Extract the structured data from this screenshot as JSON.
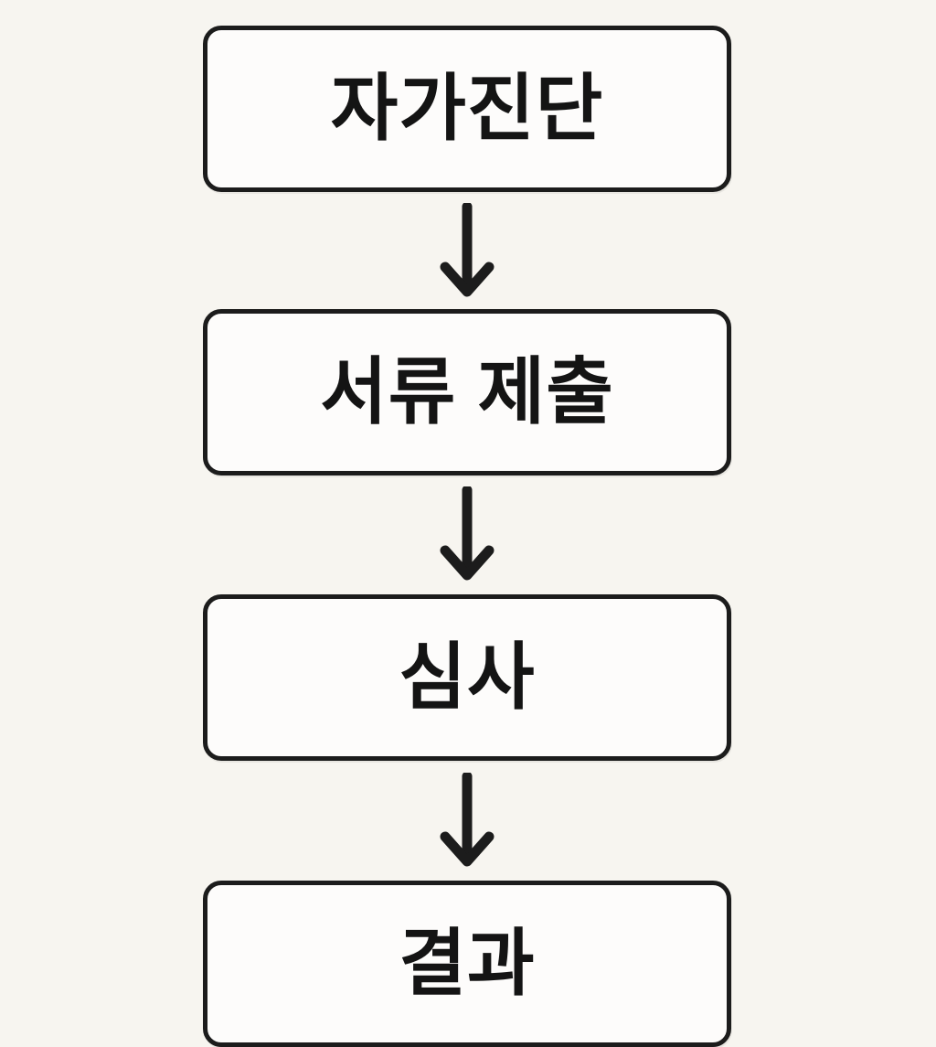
{
  "diagram": {
    "title": "process-flow",
    "orientation": "vertical",
    "background_color": "#F7F5F0",
    "node_fill_color": "#FDFCFB",
    "node_border_color": "#1C1C1C",
    "text_color": "#141414",
    "arrow_color": "#1C1C1C",
    "nodes": [
      {
        "id": "node-1",
        "label": "자가진단",
        "shape": "rounded-rectangle"
      },
      {
        "id": "node-2",
        "label": "서류 제출",
        "shape": "rounded-rectangle"
      },
      {
        "id": "node-3",
        "label": "심사",
        "shape": "rounded-rectangle"
      },
      {
        "id": "node-4",
        "label": "결과",
        "shape": "rounded-rectangle"
      }
    ],
    "connectors": [
      {
        "id": "arrow-1",
        "icon": "arrow-down-icon",
        "from": "node-1",
        "to": "node-2"
      },
      {
        "id": "arrow-2",
        "icon": "arrow-down-icon",
        "from": "node-2",
        "to": "node-3"
      },
      {
        "id": "arrow-3",
        "icon": "arrow-down-icon",
        "from": "node-3",
        "to": "node-4"
      }
    ]
  }
}
